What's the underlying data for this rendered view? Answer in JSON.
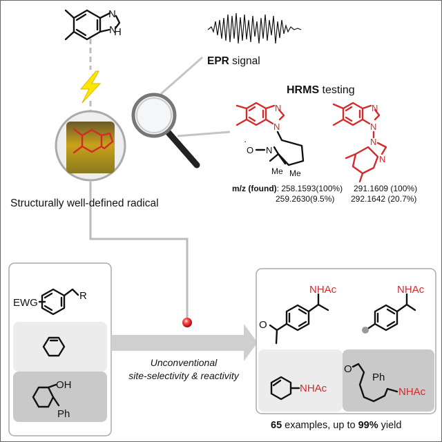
{
  "top_structure": {
    "atom_n1": "N",
    "atom_n2": "N",
    "atom_h": "H"
  },
  "radical_caption": "Structurally well-defined radical",
  "epr": {
    "bold": "EPR",
    "rest": " signal"
  },
  "hrms": {
    "title_bold": "HRMS",
    "title_rest": " testing",
    "adduct_labels": {
      "n1": "N",
      "n2": "N",
      "o": "O",
      "n3": "N",
      "me1": "Me",
      "me2": "Me"
    },
    "dimer_labels": {
      "n1": "N",
      "n2": "N",
      "n3": "N",
      "n4": "N"
    },
    "mz_label": "m/z (found)",
    "left_values": [
      "258.1593(100%)",
      "259.2630(9.5%)"
    ],
    "right_values": [
      "291.1609 (100%)",
      "292.1642 (20.7%)"
    ]
  },
  "substrates": {
    "ewg": "EWG",
    "r": "R",
    "oh": "OH",
    "ph": "Ph"
  },
  "arrow": {
    "line1": "Unconventional",
    "line2": "site-selectivity & reactivity"
  },
  "products": {
    "nhac": "NHAc",
    "o": "O",
    "ph": "Ph"
  },
  "summary": {
    "count": "65",
    "text1": " examples, up to ",
    "yield": "99%",
    "text2": " yield"
  },
  "colors": {
    "accent_red": "#d42a2a",
    "bolt_yellow": "#ffe600",
    "panel_light": "#ececec",
    "panel_dark": "#c9c9c9",
    "arrow_gray": "#cfcfcf"
  }
}
